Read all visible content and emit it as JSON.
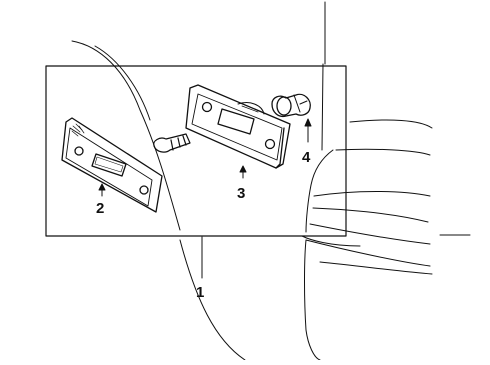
{
  "callouts": {
    "assembly": "1",
    "lens": "2",
    "housing": "3",
    "socket": "4"
  },
  "colors": {
    "ink": "#111111",
    "background": "#ffffff"
  }
}
